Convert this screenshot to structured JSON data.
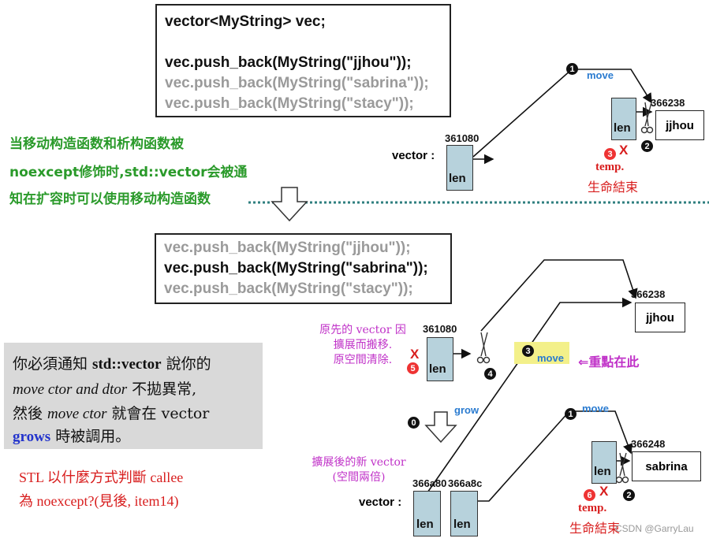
{
  "top_code": {
    "line1": "vector<MyString> vec;",
    "line2": "vec.push_back(MyString(\"jjhou\"));",
    "line3": "vec.push_back(MyString(\"sabrina\"));",
    "line4": "vec.push_back(MyString(\"stacy\"));"
  },
  "bottom_code": {
    "line1": "vec.push_back(MyString(\"jjhou\"));",
    "line2": "vec.push_back(MyString(\"sabrina\"));",
    "line3": "vec.push_back(MyString(\"stacy\"));"
  },
  "green_note": [
    "当移动构造函数和析构函数被",
    "noexcept修饰时,std::vector会被通",
    "知在扩容时可以使用移动构造函数"
  ],
  "top_diagram": {
    "addr_vec": "361080",
    "vector_label": "vector :",
    "len": "len",
    "temp_len": "len",
    "move": "move",
    "addr_str": "366238",
    "str": "jjhou",
    "temp": "temp.",
    "life_end": "生命結束",
    "x": "X",
    "b1": "1",
    "b2": "2",
    "b3": "3"
  },
  "bottom_diagram": {
    "old_addr": "361080",
    "old_note1": "原先的 vector 因",
    "old_note2": "擴展而搬移.",
    "old_note3": "原空間清除.",
    "x": "X",
    "len": "len",
    "move": "move",
    "key_here": "⇐重點在此",
    "grow": "grow",
    "addr_jj": "366238",
    "jjhou": "jjhou",
    "move2": "move",
    "addr_sab": "366248",
    "sabrina": "sabrina",
    "new_note1": "擴展後的新 vector",
    "new_note2": "(空間兩倍)",
    "addr_a": "366a80",
    "addr_b": "366a8c",
    "vector_label": "vector :",
    "temp": "temp.",
    "life_end": "生命結束",
    "b0": "0",
    "b1": "1",
    "b2": "2",
    "b3": "3",
    "b4": "4",
    "b5": "5",
    "b6": "6"
  },
  "gray_note": {
    "a1": "你必須通知 ",
    "a2": "std::vector",
    "a3": " 說你的",
    "b1": "move ctor and dtor",
    "b2": " 不拋異常,",
    "c1": "然後 ",
    "c2": "move ctor",
    "c3": " 就會在 vector",
    "d1": "grows",
    "d2": " 時被調用。"
  },
  "stl_note": {
    "line1": "STL 以什麼方式判斷 callee",
    "line2": "為 noexcept?(見後, item14)"
  },
  "watermark": "CSDN @GarryLau"
}
